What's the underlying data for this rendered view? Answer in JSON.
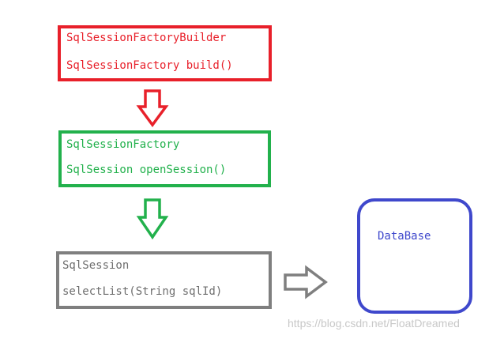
{
  "factory_builder": {
    "class_name": "SqlSessionFactoryBuilder",
    "method": "SqlSessionFactory build()"
  },
  "factory": {
    "class_name": "SqlSessionFactory",
    "method": "SqlSession openSession()"
  },
  "session": {
    "class_name": "SqlSession",
    "method": "selectList(String sqlId)"
  },
  "database": {
    "label": "DataBase"
  },
  "watermark": "https://blog.csdn.net/FloatDreamed",
  "colors": {
    "builder": "#e8202a",
    "factory": "#22b14c",
    "session": "#7f7f7f",
    "database": "#3f48cc"
  }
}
